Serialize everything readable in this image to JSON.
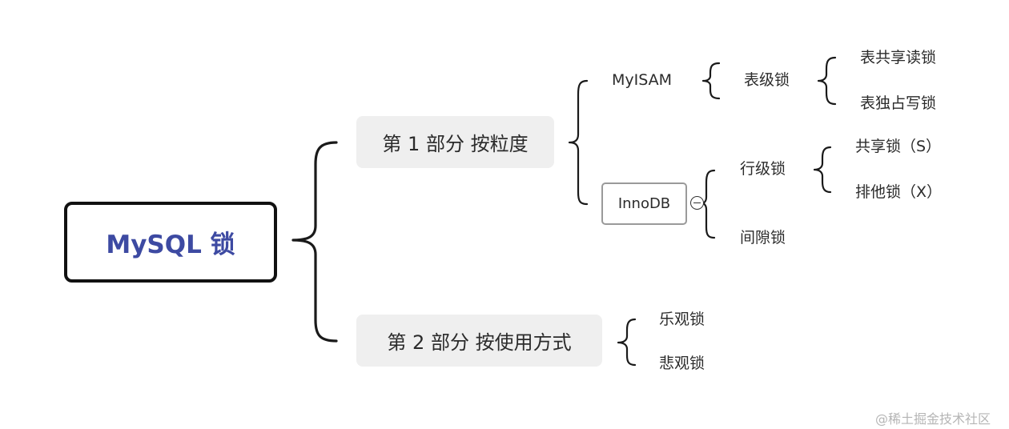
{
  "root": {
    "label": "MySQL 锁"
  },
  "branches": [
    {
      "label": "第 1 部分 按粒度",
      "engines": [
        {
          "label": "MyISAM",
          "children": [
            {
              "label": "表级锁",
              "children": [
                "表共享读锁",
                "表独占写锁"
              ]
            }
          ]
        },
        {
          "label": "InnoDB",
          "children": [
            {
              "label": "行级锁",
              "children": [
                "共享锁（S）",
                "排他锁（X）"
              ]
            },
            {
              "label": "间隙锁"
            }
          ]
        }
      ]
    },
    {
      "label": "第 2 部分 按使用方式",
      "children": [
        "乐观锁",
        "悲观锁"
      ]
    }
  ],
  "watermark": "@稀土掘金技术社区",
  "colors": {
    "root_text": "#3d4aa2",
    "branch_bg": "#efefef",
    "line": "#1a1a1a"
  }
}
